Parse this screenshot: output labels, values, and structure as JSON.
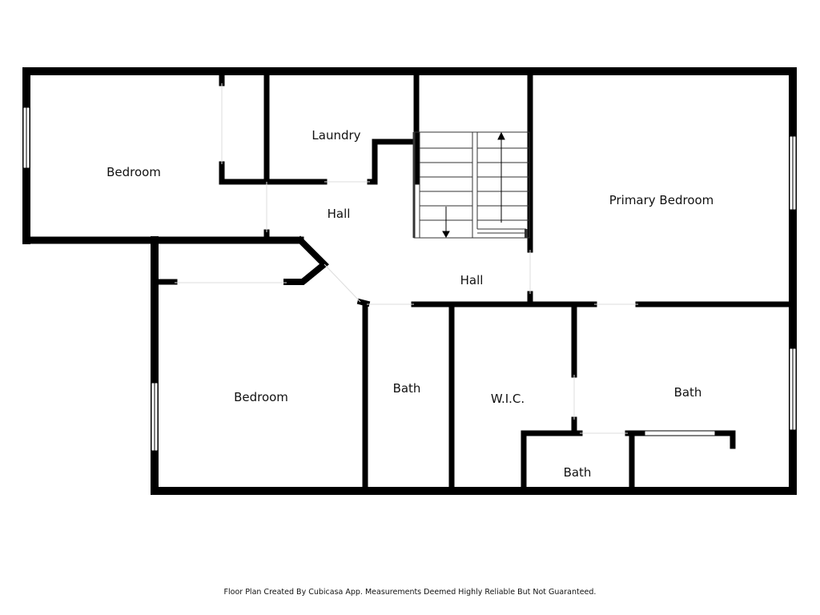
{
  "rooms": {
    "bedroom_nw": "Bedroom",
    "laundry": "Laundry",
    "hall_upper": "Hall",
    "primary_bedroom": "Primary Bedroom",
    "hall_lower": "Hall",
    "bedroom_sw": "Bedroom",
    "bath_center": "Bath",
    "wic": "W.I.C.",
    "bath_primary": "Bath",
    "bath_small": "Bath"
  },
  "footer": "Floor Plan Created By Cubicasa App. Measurements Deemed Highly Reliable But Not Guaranteed.",
  "colors": {
    "wall": "#000000",
    "opening": "#ffffff",
    "background": "#ffffff"
  }
}
